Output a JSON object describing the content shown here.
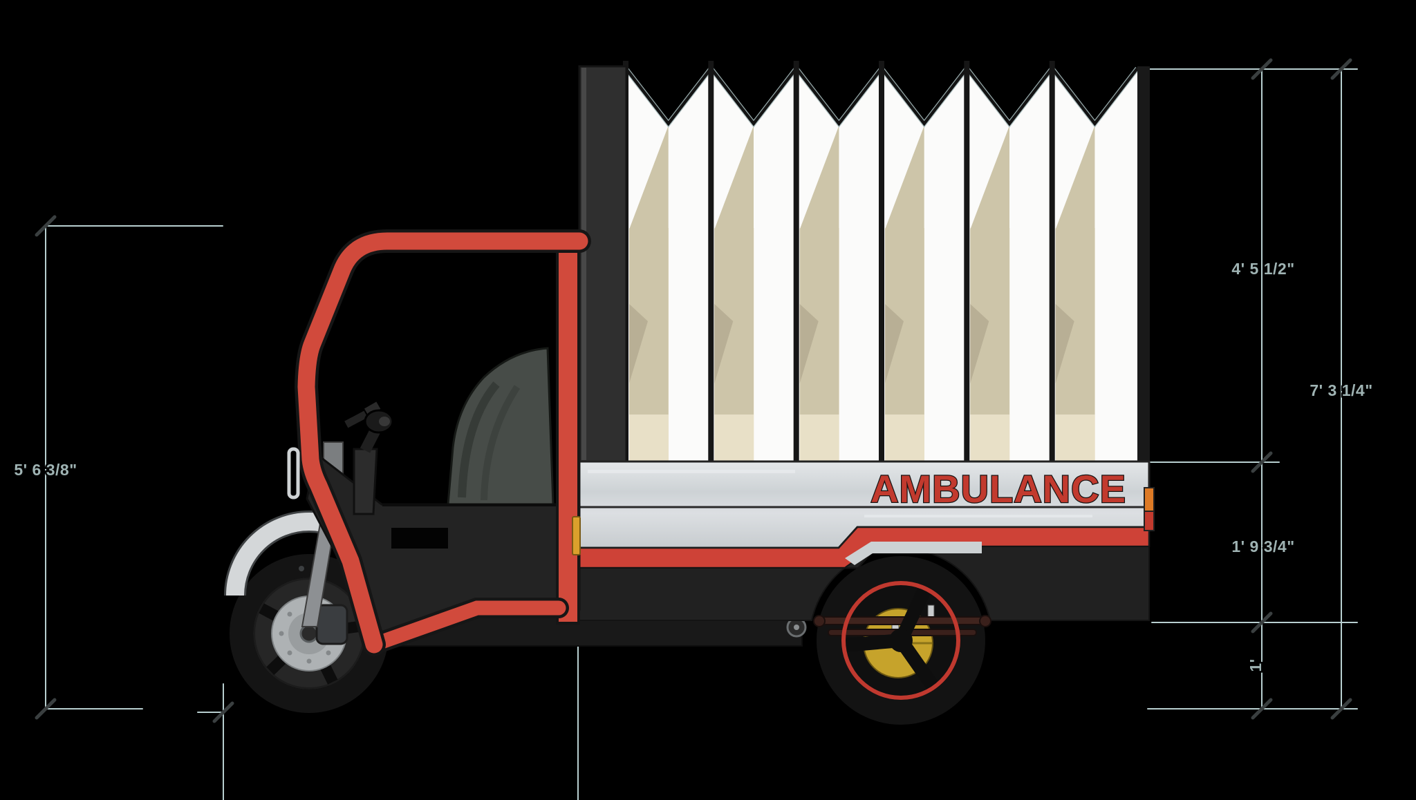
{
  "diagram": {
    "vehicle_label": "AMBULANCE",
    "dimensions": {
      "cab_height": "5' 6 3/8\"",
      "canopy_height": "4' 5 1/2\"",
      "overall_height": "7' 3 1/4\"",
      "bed_body_height": "1' 9 3/4\"",
      "ground_clearance": "1'"
    },
    "colors": {
      "frame_red": "#d14a3c",
      "stripe_red": "#ce4237",
      "brand_red": "#c23a2e",
      "panel_silver": "#d3d7da",
      "canopy_white": "#fbfbfa",
      "canopy_beige": "#e8e0c7",
      "canopy_tan": "#cdc5a9",
      "hub_yellow": "#c6a32b",
      "marker_amber": "#dba02c",
      "dimension_line": "#b8cfd0",
      "label_text": "#9fb3b3"
    }
  }
}
